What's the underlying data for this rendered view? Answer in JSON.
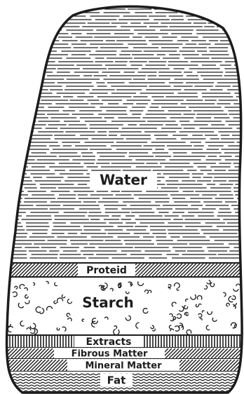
{
  "diagram": {
    "layers": [
      {
        "key": "water",
        "label": "Water",
        "pattern": "horizontal-lines"
      },
      {
        "key": "proteid",
        "label": "Proteid",
        "pattern": "diagonal-hatch"
      },
      {
        "key": "starch",
        "label": "Starch",
        "pattern": "granules"
      },
      {
        "key": "extracts",
        "label": "Extracts",
        "pattern": "vertical-lines"
      },
      {
        "key": "fibrous",
        "label": "Fibrous Matter",
        "pattern": "diagonal-hatch"
      },
      {
        "key": "mineral",
        "label": "Mineral Matter",
        "pattern": "diagonal-hatch"
      },
      {
        "key": "fat",
        "label": "Fat",
        "pattern": "wavy-lines"
      }
    ],
    "colors": {
      "ink": "#1c1c1c",
      "paper": "#ffffff"
    }
  }
}
